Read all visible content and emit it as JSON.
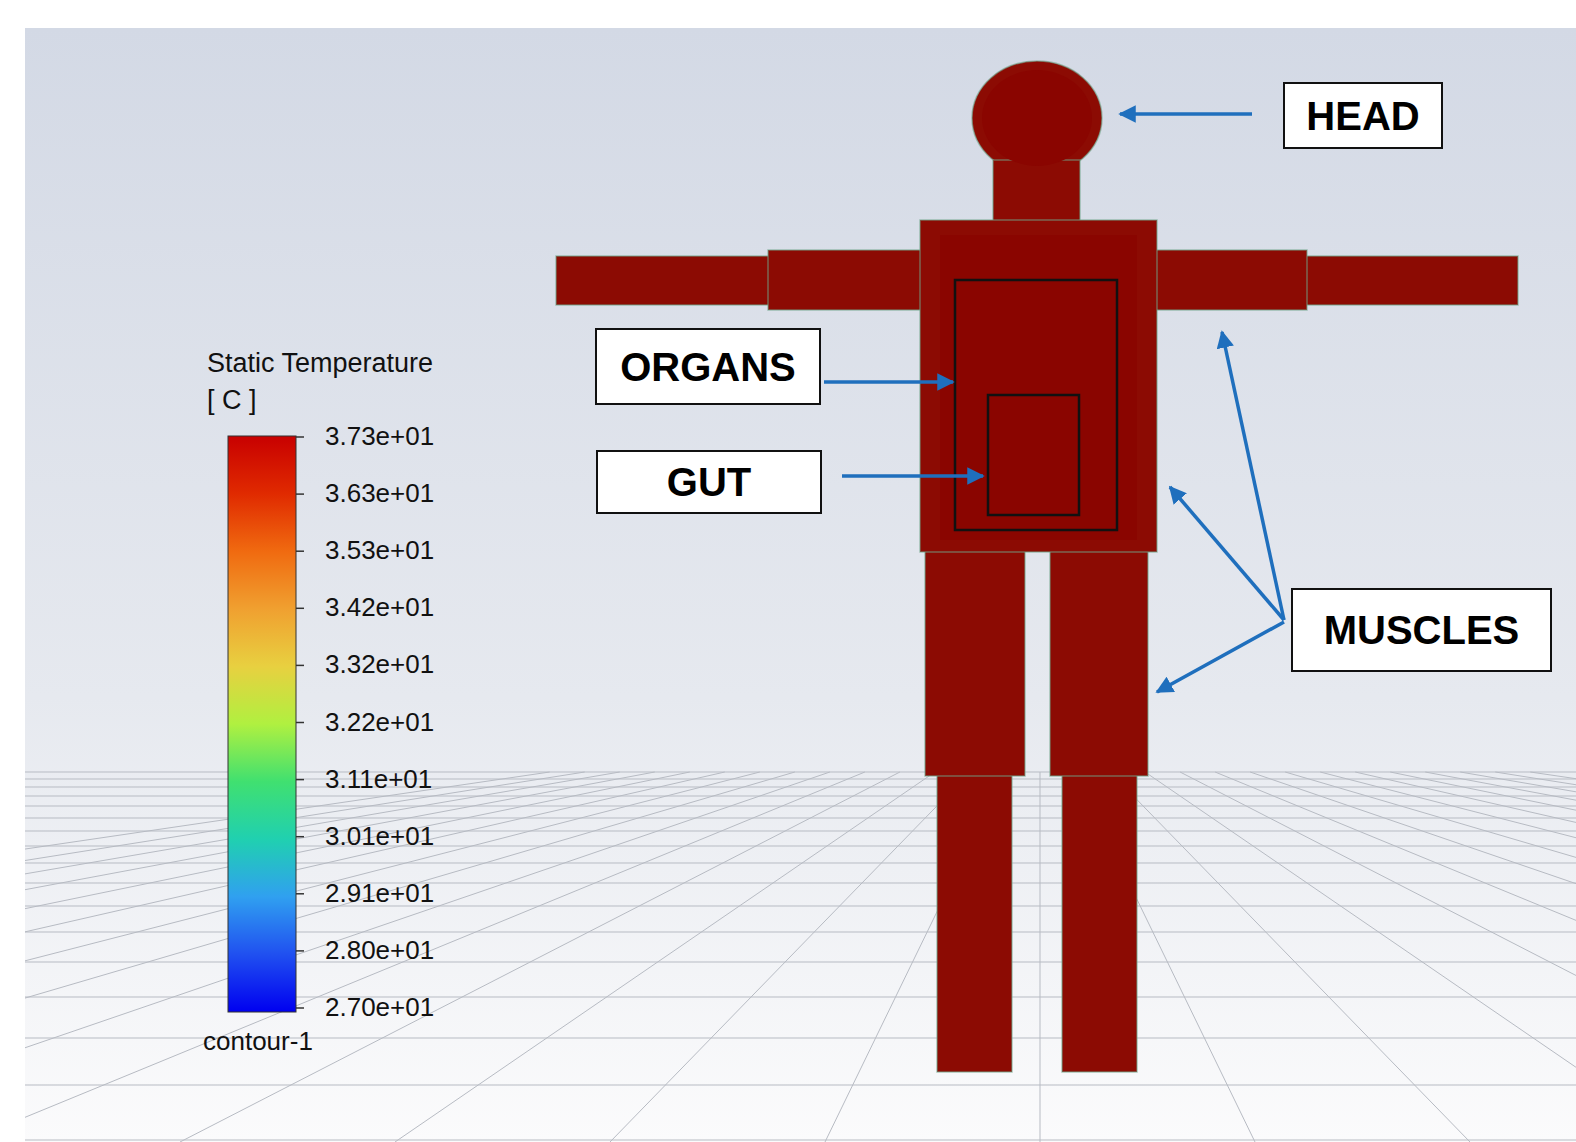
{
  "diagram": {
    "nodes": [
      {
        "text": [
          "HEAD"
        ]
      },
      {
        "text": [
          "ORGANS"
        ]
      },
      {
        "text": [
          "GUT"
        ]
      },
      {
        "text": [
          "MUSCLES"
        ]
      }
    ],
    "labels": [
      "Static Temperature",
      "[ C ]",
      "3.73e+01",
      "3.63e+01",
      "3.53e+01",
      "3.42e+01",
      "3.32e+01",
      "3.22e+01",
      "3.11e+01",
      "3.01e+01",
      "2.91e+01",
      "2.80e+01",
      "2.70e+01",
      "contour-1"
    ]
  }
}
